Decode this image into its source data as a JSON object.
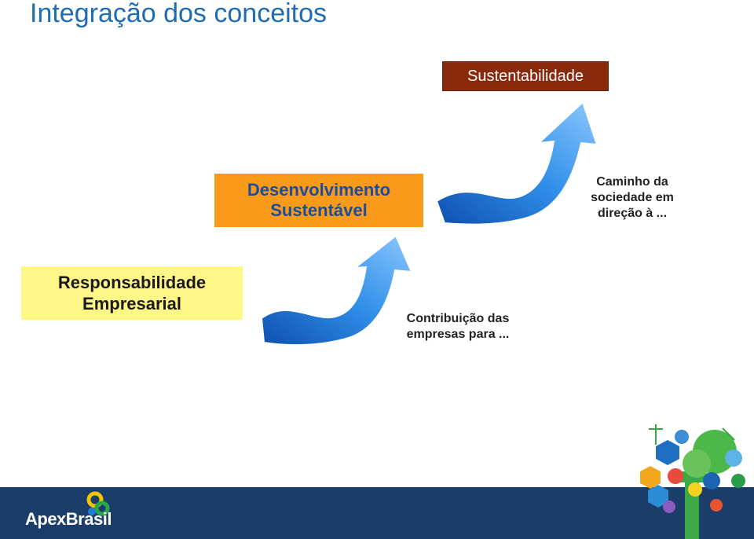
{
  "slide": {
    "title": "Integração dos conceitos",
    "sustentabilidade": "Sustentabilidade",
    "desenvolvimento": "Desenvolvimento Sustentável",
    "responsabilidade": "Responsabilidade Empresarial",
    "caminho": "Caminho da sociedade em direção à ...",
    "contribuicao": "Contribuição das empresas para ..."
  },
  "footer": {
    "logo": "ApexBrasil"
  },
  "colors": {
    "title": "#1f6cb3",
    "sustentabilidade_box": "#8a2a0c",
    "desenvolvimento_box": "#f99a1b",
    "responsabilidade_box": "#fff688",
    "arrow": "#2f8ee8",
    "footer": "#1b3d6a"
  },
  "icons": [
    "curved-up-arrow-icon",
    "curved-up-arrow-icon",
    "apexbrasil-logo-icon",
    "tree-illustration-icon"
  ]
}
